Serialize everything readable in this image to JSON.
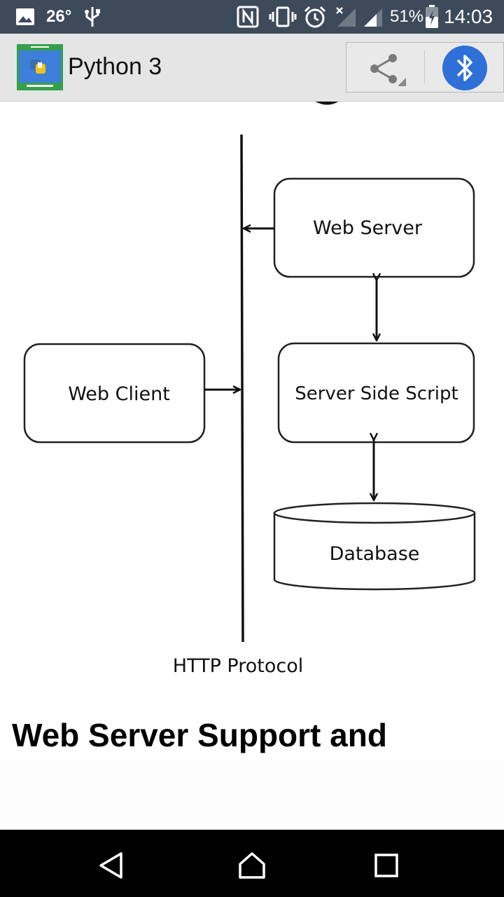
{
  "status_bar": {
    "temperature": "26°",
    "battery_percent": "51%",
    "time": "14:03",
    "icons": [
      "gallery-icon",
      "usb-icon",
      "nfc-icon",
      "vibrate-icon",
      "alarm-icon",
      "no-signal-icon",
      "signal-icon",
      "battery-icon"
    ]
  },
  "app_bar": {
    "title": "Python 3",
    "icons": [
      "app-logo-icon",
      "share-icon",
      "bluetooth-icon"
    ]
  },
  "diagram": {
    "web_server": "Web Server",
    "web_client": "Web Client",
    "server_side_script": "Server Side Script",
    "database": "Database",
    "protocol_label": "HTTP Protocol"
  },
  "content": {
    "section_heading": "Web Server Support and"
  },
  "nav_bar": {
    "icons": [
      "back-icon",
      "home-icon",
      "recents-icon"
    ]
  },
  "colors": {
    "status_bar": "#3d4a5a",
    "app_bar": "#e5e5e5",
    "bluetooth": "#2f6fd8",
    "nav_bar": "#000000"
  }
}
